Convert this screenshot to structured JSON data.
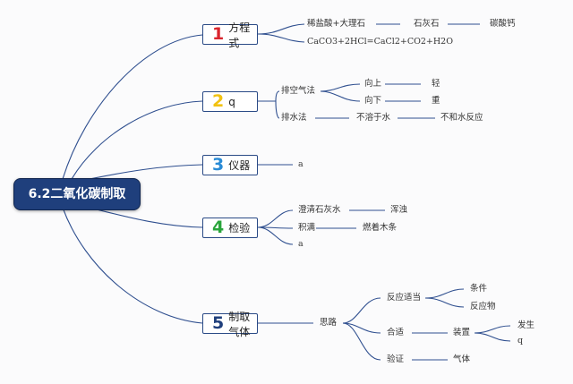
{
  "root": {
    "title": "6.2二氧化碳制取"
  },
  "colors": {
    "line": "#2f4f8f",
    "num1": "#d9252e",
    "num2": "#f2c211",
    "num3": "#2a8bd6",
    "num4": "#2aa53b",
    "num5": "#1f3f7c"
  },
  "branches": [
    {
      "num": "1",
      "label": "方程式"
    },
    {
      "num": "2",
      "label": "q"
    },
    {
      "num": "3",
      "label": "仪器"
    },
    {
      "num": "4",
      "label": "检验"
    },
    {
      "num": "5",
      "label": "制取气体"
    }
  ],
  "b1": {
    "c1": "稀盐酸+大理石",
    "c2": "石灰石",
    "c3": "碳酸钙",
    "eq": "CaCO3+2HCl=CaCl2+CO2+H2O"
  },
  "b2": {
    "air": "排空气法",
    "up": "向上",
    "light": "轻",
    "down": "向下",
    "heavy": "重",
    "water": "排水法",
    "insoluble": "不溶于水",
    "noreact": "不和水反应"
  },
  "b3": {
    "a": "a"
  },
  "b4": {
    "lime": "澄清石灰水",
    "turbid": "浑浊",
    "full": "积满",
    "burning": "燃着木条",
    "a": "a"
  },
  "b5": {
    "idea": "思路",
    "condition": "反应适当",
    "cond1": "条件",
    "cond2": "反应物",
    "suitable": "合适",
    "device": "装置",
    "gen": "发生",
    "q": "q",
    "verify": "验证",
    "gas": "气体"
  }
}
